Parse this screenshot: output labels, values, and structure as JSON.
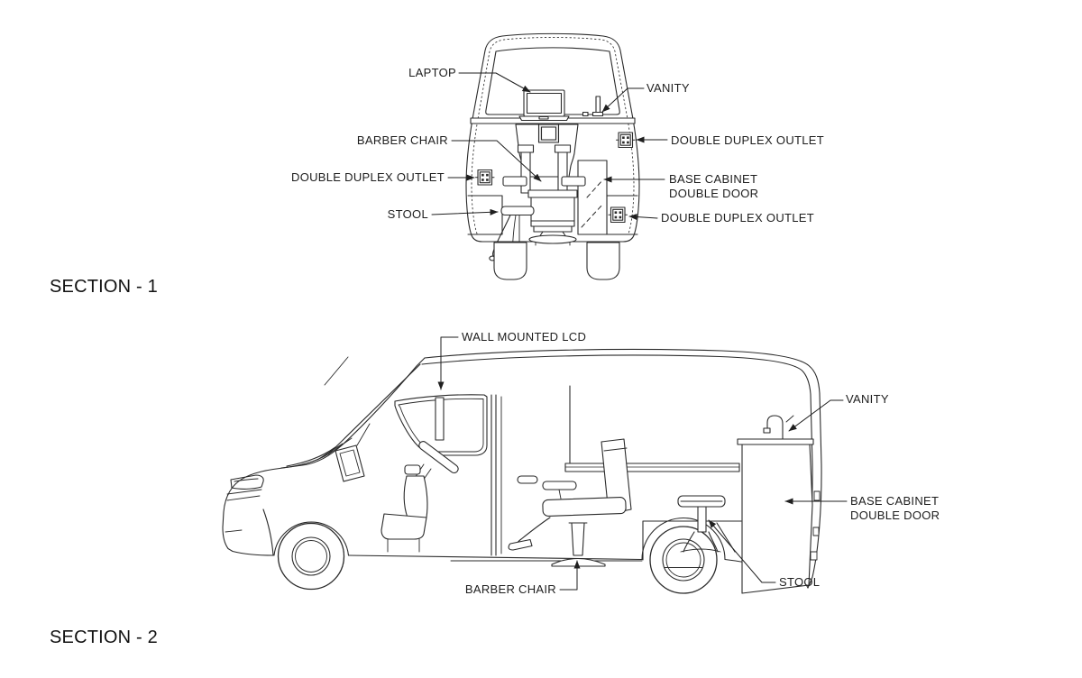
{
  "document": {
    "type": "van-conversion-blueprint",
    "background": "#ffffff"
  },
  "colors": {
    "line": "#2a2a2a",
    "leader_line": "#1f1f1f",
    "label_text": "#1d1d1d",
    "title_text": "#121212",
    "light_fill": "#e7e7e7"
  },
  "sections": [
    {
      "id": "section-1",
      "title": "SECTION - 1",
      "view": "rear elevation",
      "labels": [
        {
          "id": "laptop",
          "text": "LAPTOP"
        },
        {
          "id": "vanity",
          "text": "VANITY"
        },
        {
          "id": "barber-chair",
          "text": "BARBER CHAIR"
        },
        {
          "id": "double-duplex-outlet-left",
          "text": "DOUBLE DUPLEX OUTLET"
        },
        {
          "id": "double-duplex-outlet-right-top",
          "text": "DOUBLE DUPLEX OUTLET"
        },
        {
          "id": "base-cabinet-double-door",
          "text": "BASE CABINET",
          "text2": "DOUBLE DOOR"
        },
        {
          "id": "stool",
          "text": "STOOL"
        },
        {
          "id": "double-duplex-outlet-right-bottom",
          "text": "DOUBLE DUPLEX OUTLET"
        }
      ]
    },
    {
      "id": "section-2",
      "title": "SECTION - 2",
      "view": "side elevation",
      "labels": [
        {
          "id": "wall-mounted-lcd",
          "text": "WALL MOUNTED LCD"
        },
        {
          "id": "vanity",
          "text": "VANITY"
        },
        {
          "id": "base-cabinet-double-door",
          "text": "BASE CABINET",
          "text2": "DOUBLE DOOR"
        },
        {
          "id": "barber-chair",
          "text": "BARBER CHAIR"
        },
        {
          "id": "stool",
          "text": "STOOL"
        }
      ]
    }
  ]
}
